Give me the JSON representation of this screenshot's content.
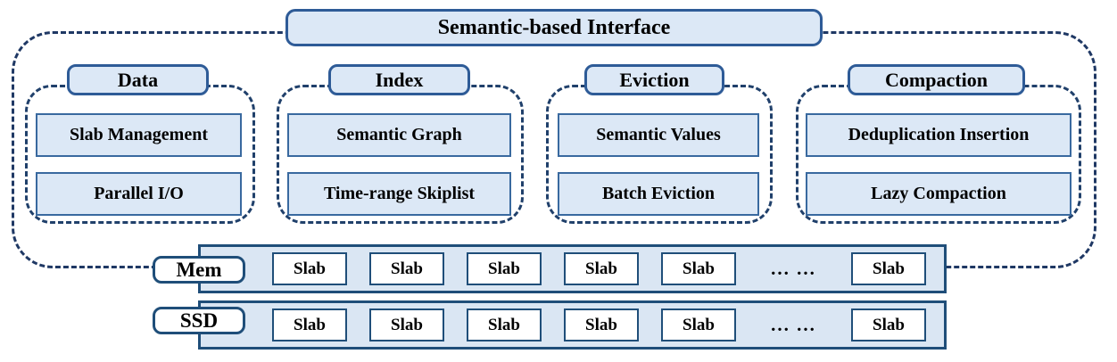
{
  "title": "Semantic-based Interface",
  "groups": [
    {
      "header": "Data",
      "items": [
        "Slab Management",
        "Parallel I/O"
      ]
    },
    {
      "header": "Index",
      "items": [
        "Semantic Graph",
        "Time-range Skiplist"
      ]
    },
    {
      "header": "Eviction",
      "items": [
        "Semantic Values",
        "Batch Eviction"
      ]
    },
    {
      "header": "Compaction",
      "items": [
        "Deduplication Insertion",
        "Lazy Compaction"
      ]
    }
  ],
  "storage_rows": [
    {
      "label": "Mem",
      "slabs": [
        "Slab",
        "Slab",
        "Slab",
        "Slab",
        "Slab"
      ],
      "ellipsis": "... ...",
      "last_slab": "Slab"
    },
    {
      "label": "SSD",
      "slabs": [
        "Slab",
        "Slab",
        "Slab",
        "Slab",
        "Slab"
      ],
      "ellipsis": "... ...",
      "last_slab": "Slab"
    }
  ],
  "colors": {
    "box_fill": "#dce8f6",
    "box_border": "#2e5b97",
    "inner_box_border": "#39699f",
    "dashed_border": "#1f3864",
    "container_fill": "#dae6f3",
    "container_border": "#1f4e79",
    "slab_fill": "#ffffff",
    "text": "#000000"
  }
}
